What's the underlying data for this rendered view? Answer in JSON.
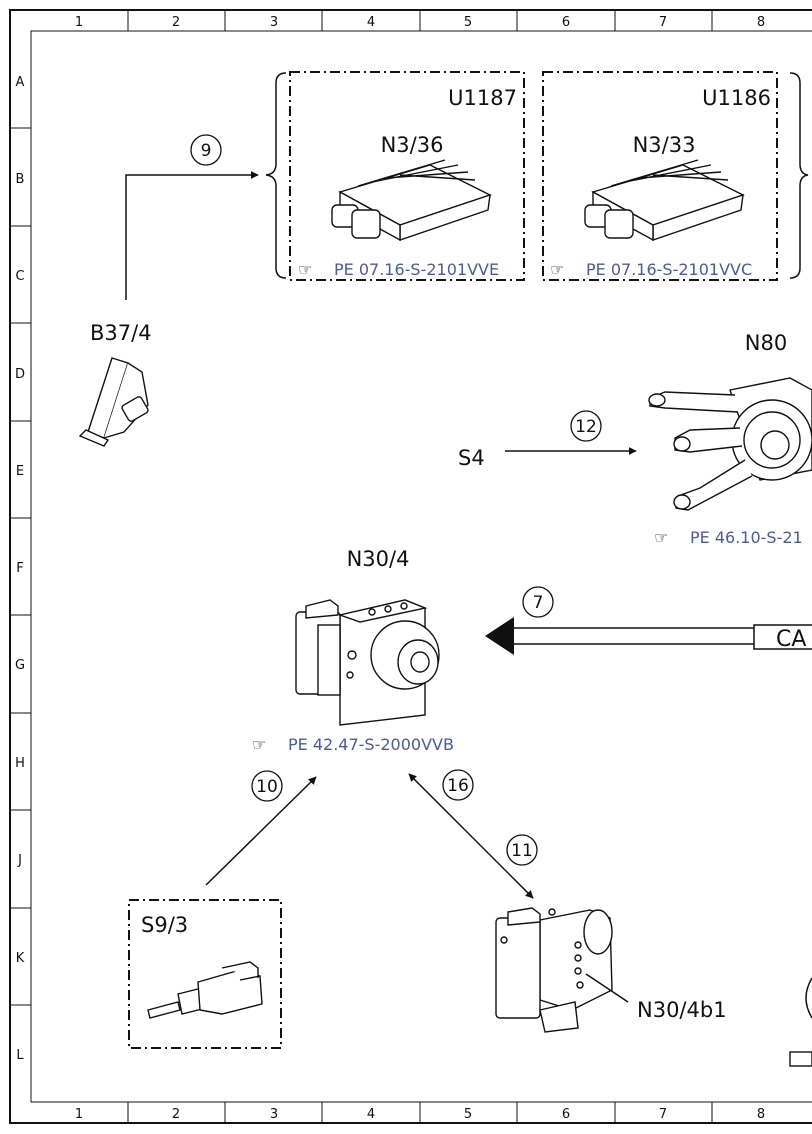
{
  "grid": {
    "columns": [
      "1",
      "2",
      "3",
      "4",
      "5",
      "6",
      "7",
      "8"
    ],
    "rows": [
      "A",
      "B",
      "C",
      "D",
      "E",
      "F",
      "G",
      "H",
      "J",
      "K",
      "L"
    ]
  },
  "components": {
    "u1187": {
      "group": "U1187",
      "label": "N3/36",
      "ref": "PE 07.16-S-2101VVE"
    },
    "u1186": {
      "group": "U1186",
      "label": "N3/33",
      "ref": "PE 07.16-S-2101VVC"
    },
    "b37_4": {
      "label": "B37/4"
    },
    "n80": {
      "label": "N80",
      "ref": "PE 46.10-S-21"
    },
    "s4": {
      "label": "S4"
    },
    "n30_4": {
      "label": "N30/4",
      "ref": "PE 42.47-S-2000VVB"
    },
    "s9_3": {
      "label": "S9/3"
    },
    "n30_4b1": {
      "label": "N30/4b1"
    },
    "can": {
      "label": "CA"
    }
  },
  "callouts": {
    "c9": "9",
    "c12": "12",
    "c7": "7",
    "c10": "10",
    "c16": "16",
    "c11": "11"
  },
  "ref_icon": "☞",
  "colors": {
    "line": "#111111",
    "reference_link": "#4a5aa0"
  }
}
